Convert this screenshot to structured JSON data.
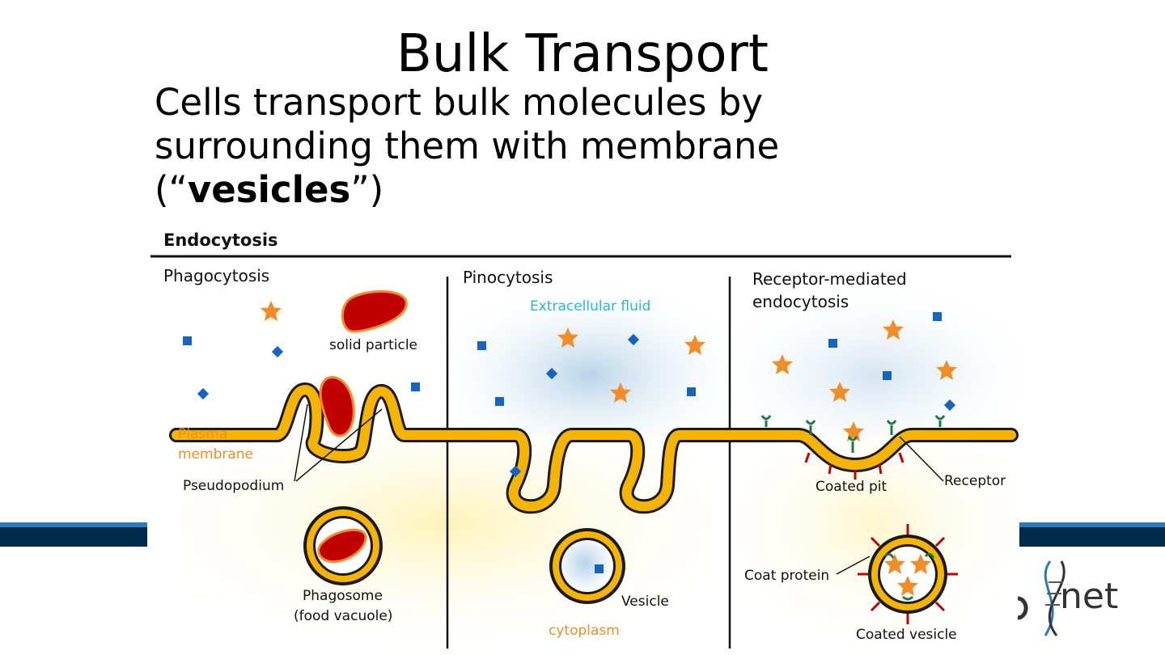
{
  "slide": {
    "title": "Bulk Transport",
    "subtitle_pre": "Cells transport bulk molecules by surrounding them with membrane (“",
    "subtitle_bold": "vesicles",
    "subtitle_post": "”)"
  },
  "figure": {
    "heading": "Endocytosis",
    "panels": {
      "phagocytosis": "Phagocytosis",
      "pinocytosis": "Pinocytosis",
      "receptor_line1": "Receptor-mediated",
      "receptor_line2": "endocytosis"
    },
    "labels": {
      "solid_particle": "solid particle",
      "extracellular_fluid": "Extracellular fluid",
      "plasma_membrane_1": "Plasma",
      "plasma_membrane_2": "membrane",
      "pseudopodium": "Pseudopodium",
      "phagosome_1": "Phagosome",
      "phagosome_2": "(food vacuole)",
      "vesicle": "Vesicle",
      "cytoplasm": "cytoplasm",
      "coated_pit": "Coated pit",
      "receptor": "Receptor",
      "coat_protein": "Coat protein",
      "coated_vesicle": "Coated vesicle"
    },
    "colors": {
      "membrane": "#f5b400",
      "membrane_outline": "#1a1a1a",
      "particle": "#c00000",
      "particle_outline": "#f28c28",
      "star": "#f28c28",
      "square": "#1565c0",
      "fluid": "#b8d4e8",
      "cytoplasm": "#fdf6c9",
      "receptor": "#1e7a3c",
      "coat": "#c00000",
      "label_orange": "#f28c28",
      "label_cyan": "#2bb8d4"
    }
  },
  "branding": {
    "logo_text": "net",
    "band_color": "#002a4a",
    "band_accent": "#2a7ab8",
    "logo_icon": "dna-helix-icon"
  }
}
